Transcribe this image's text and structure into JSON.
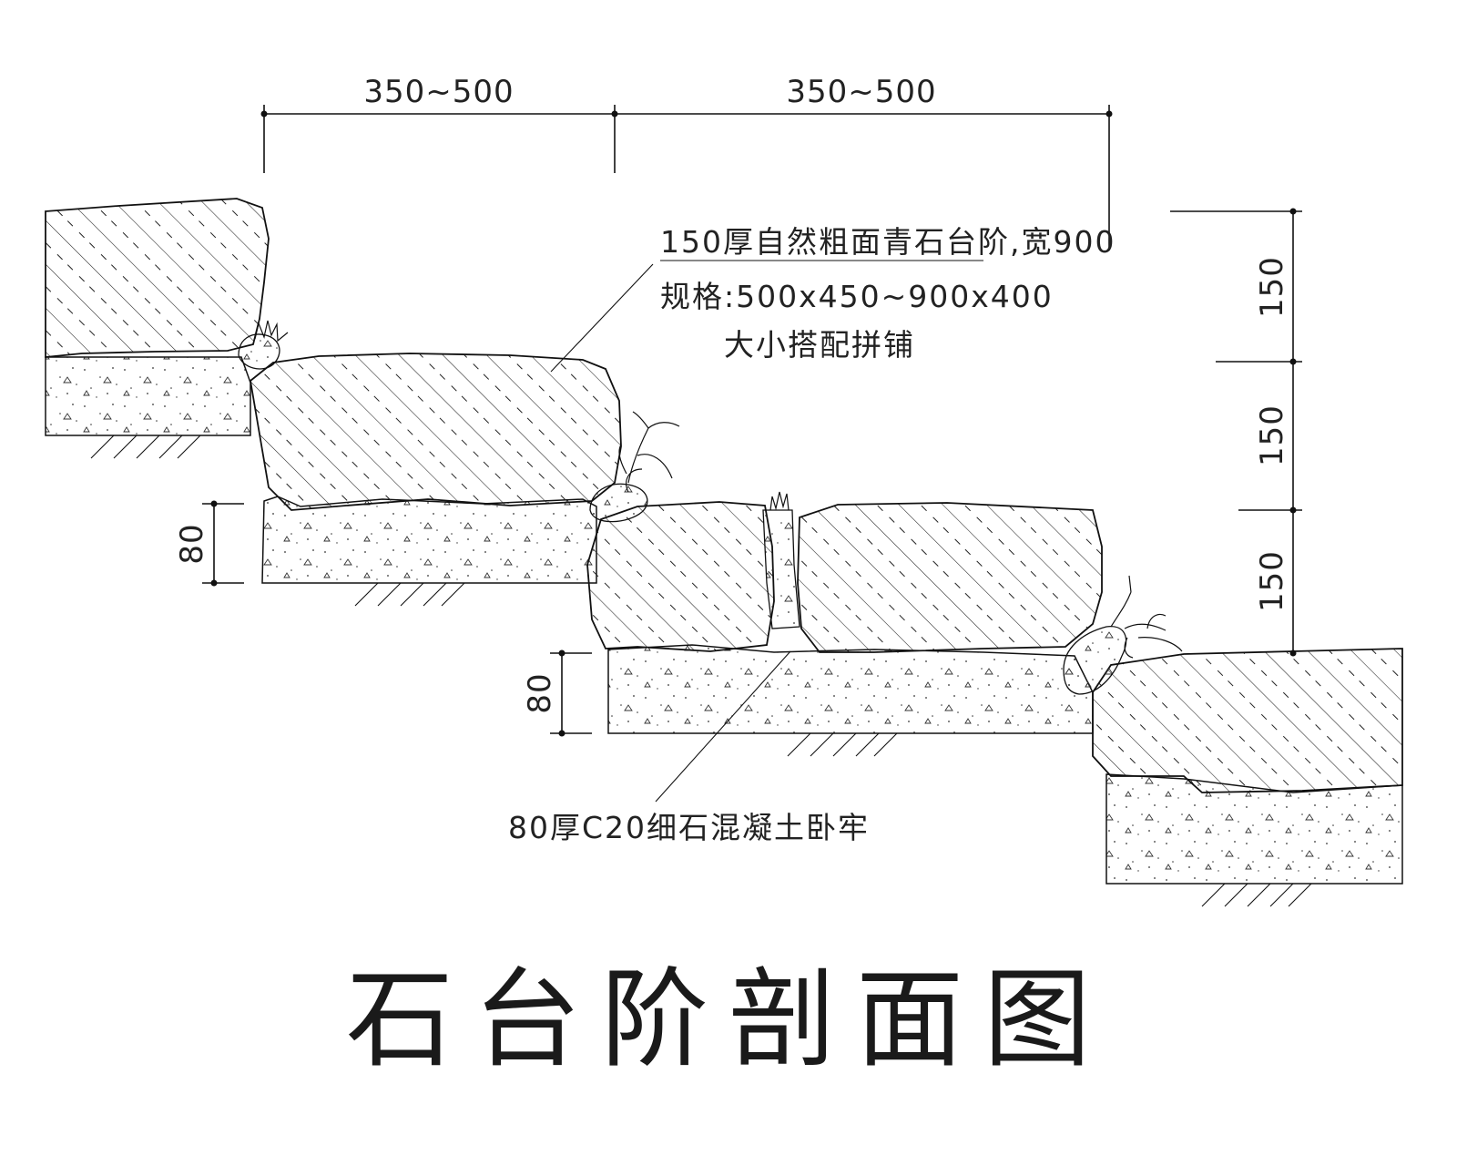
{
  "dimensions": {
    "top_left": "350~500",
    "top_right": "350~500",
    "right_upper": "150",
    "right_middle": "150",
    "right_lower": "150",
    "left_upper": "80",
    "left_lower": "80"
  },
  "notes": {
    "stone_spec_line1": "150厚自然粗面青石台阶,宽900",
    "stone_spec_line2": "规格:500x450~900x400",
    "stone_spec_line3": "大小搭配拼铺",
    "bedding": "80厚C20细石混凝土卧牢"
  },
  "title": "石台阶剖面图",
  "colors": {
    "line": "#111111",
    "background": "#ffffff"
  }
}
